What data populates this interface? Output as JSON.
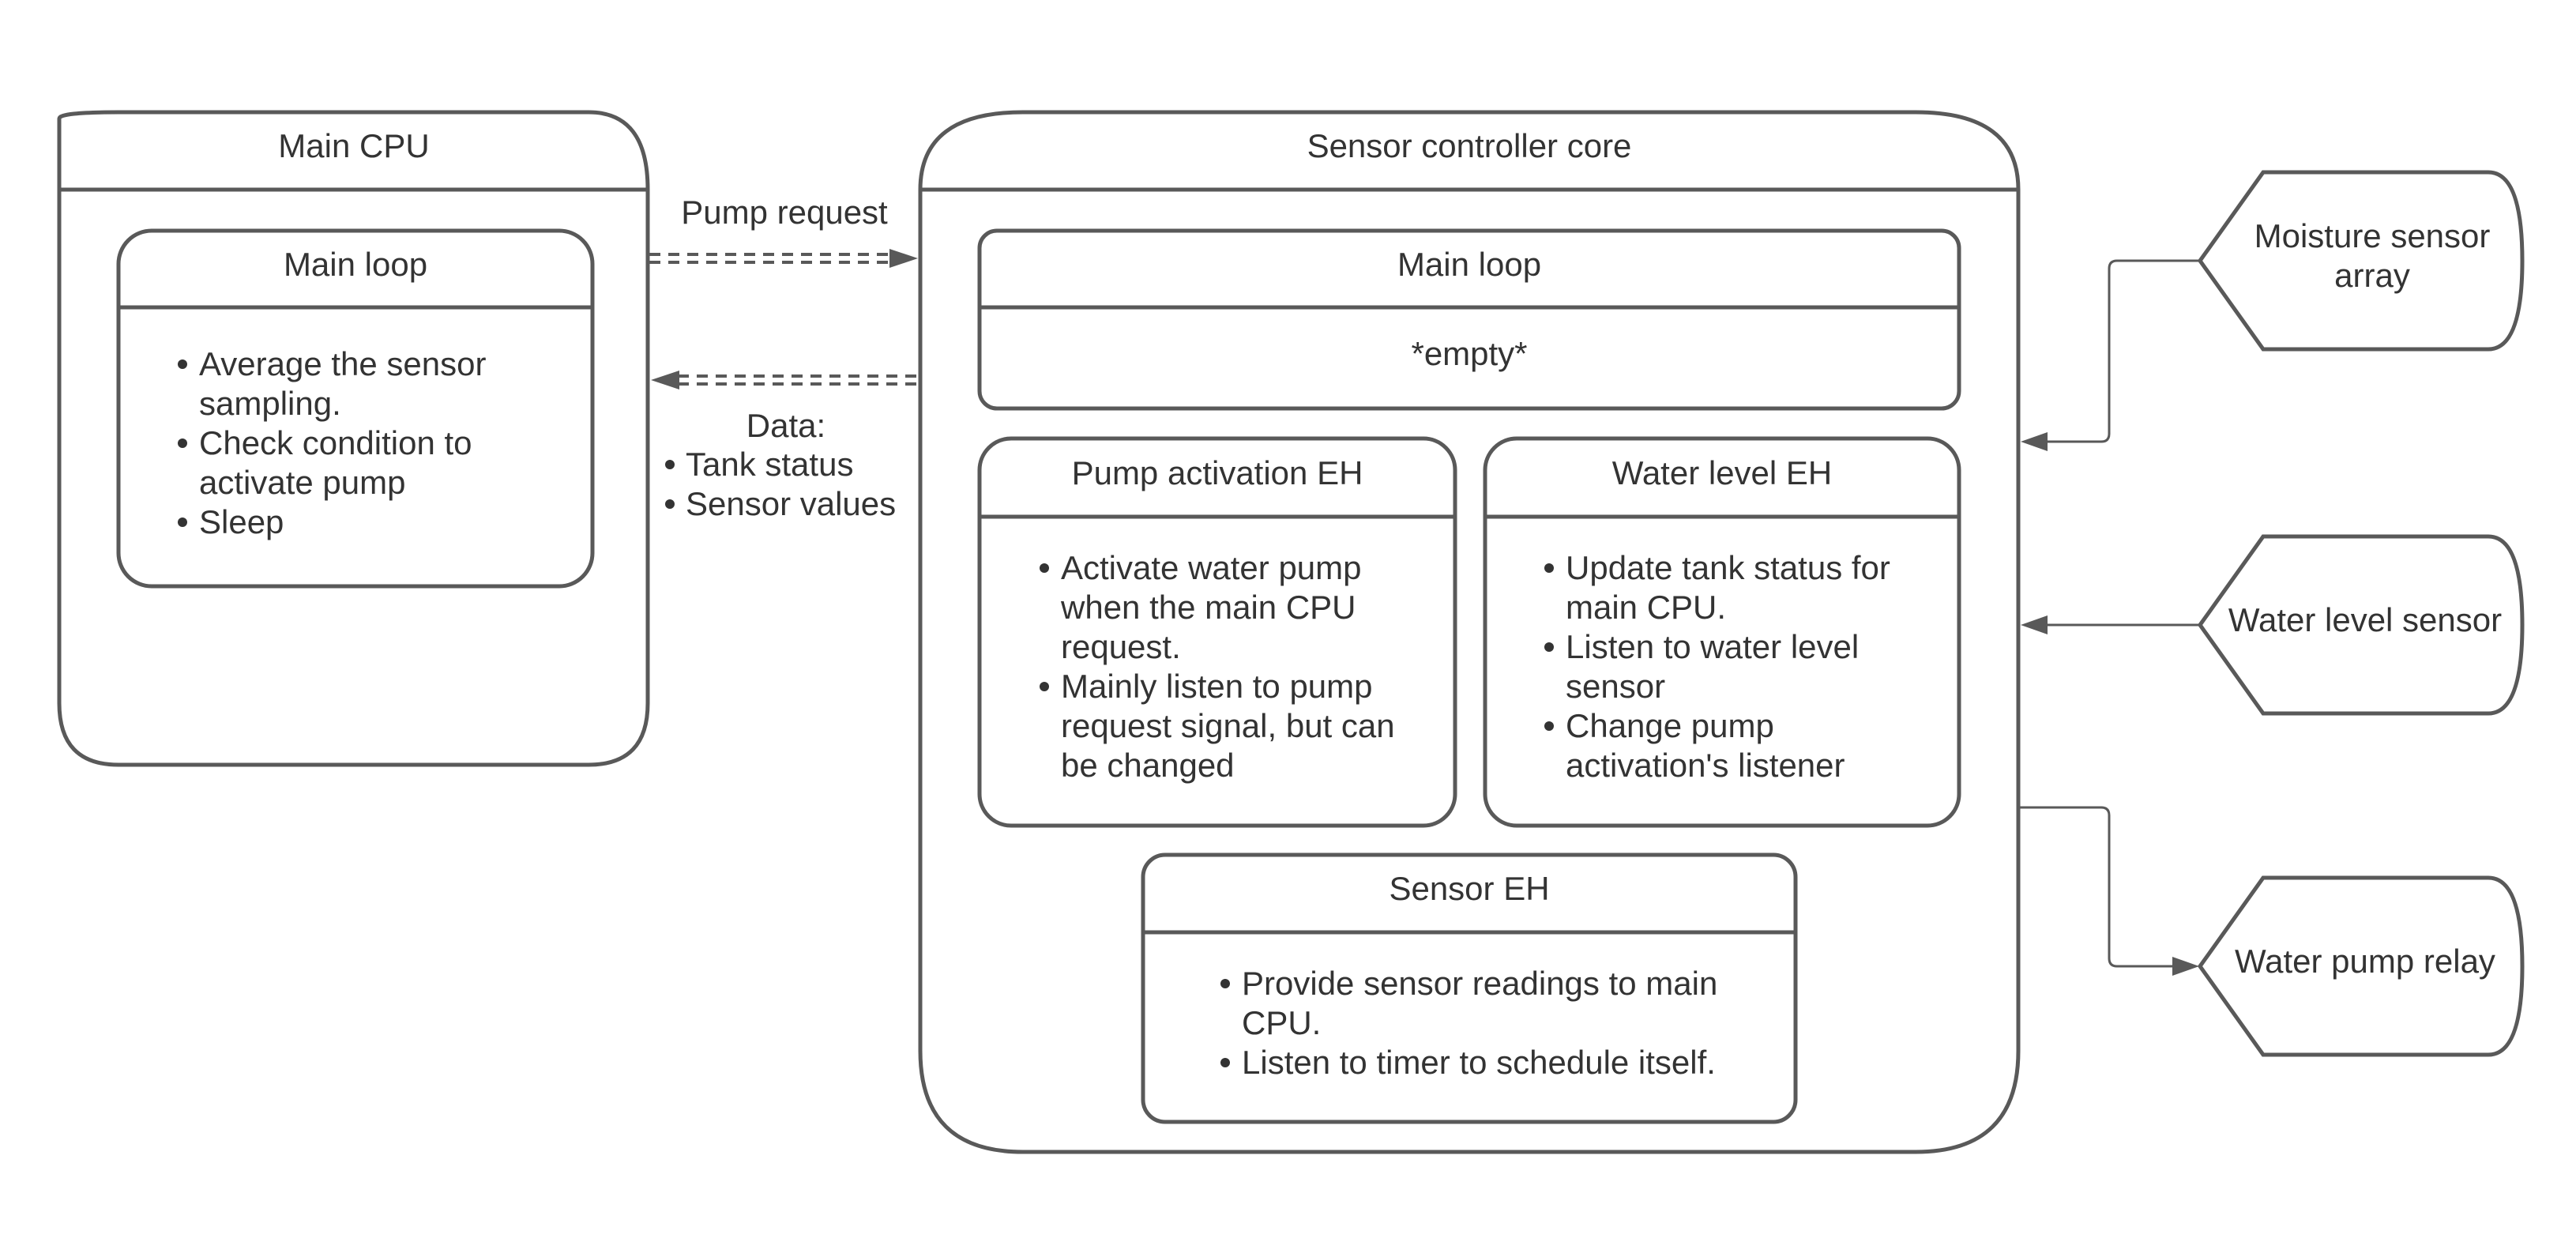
{
  "main_cpu": {
    "title": "Main CPU",
    "main_loop": {
      "title": "Main loop",
      "items": [
        [
          "Average the sensor",
          "sampling."
        ],
        [
          "Check condition to",
          "activate pump"
        ],
        [
          "Sleep"
        ]
      ]
    }
  },
  "links": {
    "pump_request": "Pump request",
    "data_label": "Data:",
    "data_items": [
      "Tank status",
      "Sensor values"
    ]
  },
  "sensor_core": {
    "title": "Sensor controller core",
    "main_loop": {
      "title": "Main loop",
      "body": "*empty*"
    },
    "pump_eh": {
      "title": "Pump activation EH",
      "items": [
        [
          "Activate water pump",
          "when the main CPU",
          "request."
        ],
        [
          "Mainly listen to pump",
          "request signal, but can",
          "be changed"
        ]
      ]
    },
    "water_eh": {
      "title": "Water level EH",
      "items": [
        [
          "Update tank status for",
          "main CPU."
        ],
        [
          "Listen to water level",
          "sensor"
        ],
        [
          "Change pump",
          "activation's listener"
        ]
      ]
    },
    "sensor_eh": {
      "title": "Sensor EH",
      "items": [
        [
          "Provide sensor readings to main",
          "CPU."
        ],
        [
          "Listen to timer to schedule itself."
        ]
      ]
    }
  },
  "devices": {
    "moisture": [
      "Moisture sensor",
      "array"
    ],
    "water_level": "Water level sensor",
    "pump_relay": "Water pump relay"
  }
}
